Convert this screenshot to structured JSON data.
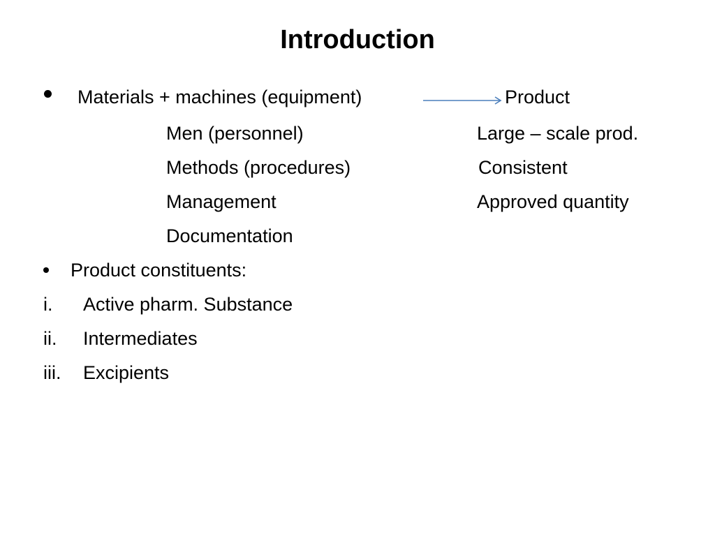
{
  "slide": {
    "title": "Introduction",
    "bullet1": {
      "main": "Materials + machines (equipment)",
      "result": "Product",
      "inputs": [
        "Men (personnel)",
        "Methods (procedures)",
        "Management",
        "Documentation"
      ],
      "attributes": [
        "Large – scale prod.",
        "Consistent",
        "Approved quantity"
      ]
    },
    "bullet2": {
      "text": "Product constituents:"
    },
    "numbered": [
      {
        "num": "i.",
        "text": "Active pharm. Substance"
      },
      {
        "num": "ii.",
        "text": "Intermediates"
      },
      {
        "num": "iii.",
        "text": "Excipients"
      }
    ],
    "arrow_color": "#4a7ebb"
  }
}
